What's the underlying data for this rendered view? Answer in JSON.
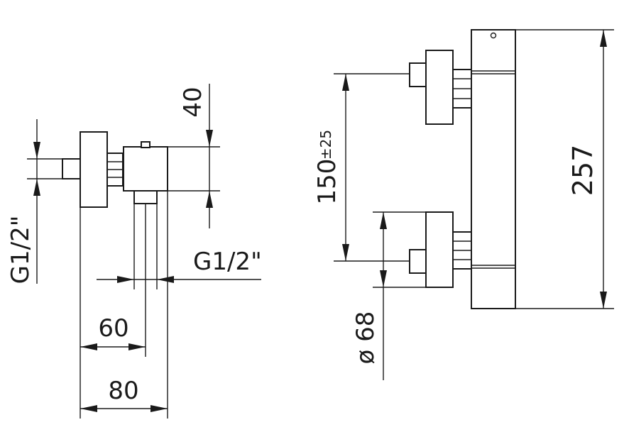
{
  "drawing": {
    "side_view": {
      "dim_pipe_left": "G1/2\"",
      "dim_pipe_bottom": "G1/2\"",
      "dim_height": "40",
      "dim_depth_outlet": "60",
      "dim_depth_total": "80"
    },
    "front_view": {
      "dim_spacing": "150",
      "dim_spacing_tol": "±25",
      "dim_flange": "ø 68",
      "dim_total_height": "257"
    }
  }
}
